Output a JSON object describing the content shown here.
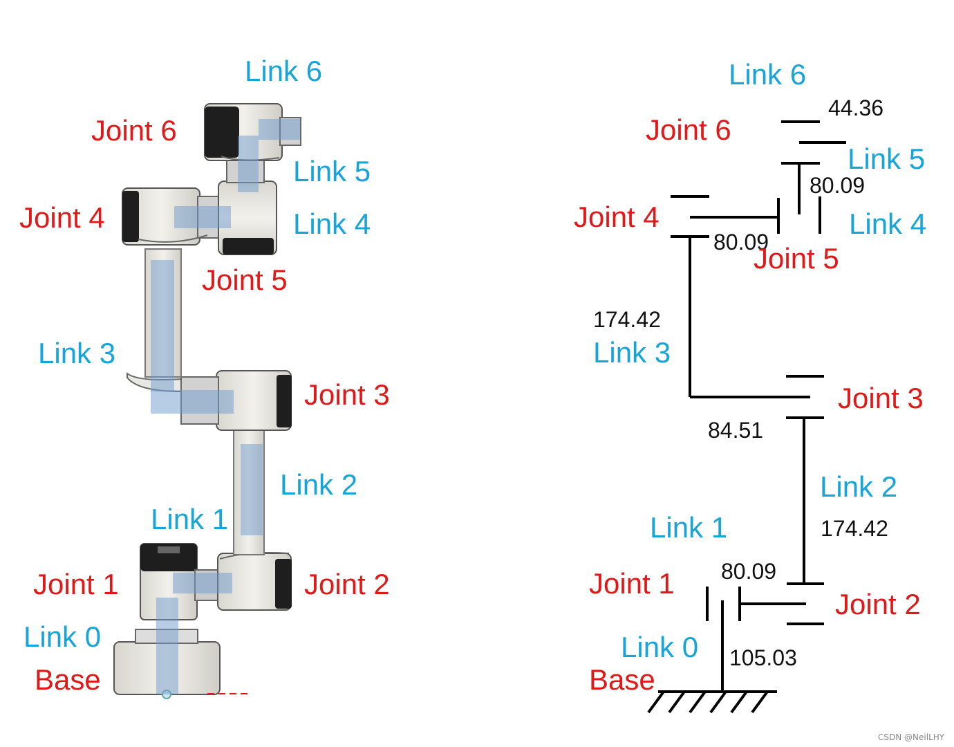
{
  "colors": {
    "link": "#17a4d8",
    "joint": "#e01818",
    "highlight": "#8fb3d8"
  },
  "left": {
    "links": {
      "link6": "Link 6",
      "link5": "Link 5",
      "link4": "Link 4",
      "link3": "Link 3",
      "link2": "Link 2",
      "link1": "Link 1",
      "link0": "Link 0"
    },
    "joints": {
      "joint6": "Joint 6",
      "joint4": "Joint 4",
      "joint5": "Joint 5",
      "joint3": "Joint 3",
      "joint1": "Joint 1",
      "joint2": "Joint 2",
      "base": "Base"
    }
  },
  "right": {
    "links": {
      "link6": "Link 6",
      "link5": "Link 5",
      "link4": "Link 4",
      "link3": "Link 3",
      "link2": "Link 2",
      "link1": "Link 1",
      "link0": "Link 0"
    },
    "joints": {
      "joint6": "Joint 6",
      "joint4": "Joint 4",
      "joint5": "Joint 5",
      "joint3": "Joint 3",
      "joint2": "Joint 2",
      "joint1": "Joint 1",
      "base": "Base"
    },
    "dimensions": {
      "link6": "44.36",
      "link5": "80.09",
      "link4": "80.09",
      "link3": "174.42",
      "link2": "84.51",
      "link2b": "174.42",
      "link1": "80.09",
      "link0": "105.03"
    }
  },
  "watermark": "CSDN @NeilLHY"
}
